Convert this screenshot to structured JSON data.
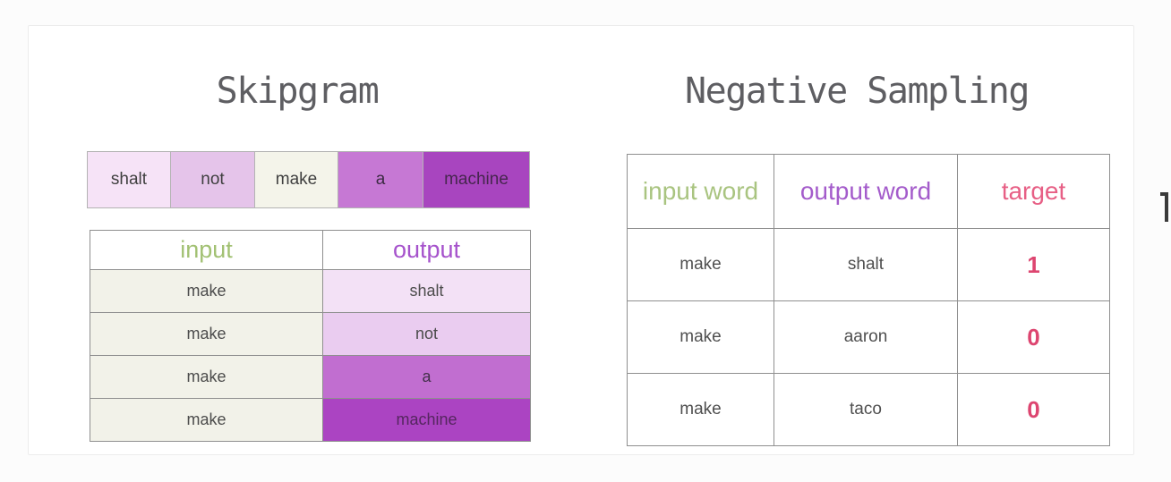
{
  "page": {
    "background": "#fcfcfc"
  },
  "card": {
    "background": "#ffffff"
  },
  "skipgram": {
    "title": "Skipgram",
    "strip": {
      "cells": [
        {
          "word": "shalt",
          "bg": "#f6e3f7",
          "fg": "#3f3f3f"
        },
        {
          "word": "not",
          "bg": "#e5c4ea",
          "fg": "#3f3f3f"
        },
        {
          "word": "make",
          "bg": "#f4f4ea",
          "fg": "#3f3f3f"
        },
        {
          "word": "a",
          "bg": "#c678d4",
          "fg": "#3b2a42"
        },
        {
          "word": "machine",
          "bg": "#a845bf",
          "fg": "#46264e"
        }
      ]
    },
    "table": {
      "headers": [
        {
          "label": "input",
          "color": "#a2c173"
        },
        {
          "label": "output",
          "color": "#a653cc"
        }
      ],
      "input_cell_bg": "#f2f2e9",
      "rows": [
        {
          "input": "make",
          "output": "shalt",
          "output_bg": "#f3e1f6",
          "output_fg": "#4c4c4c"
        },
        {
          "input": "make",
          "output": "not",
          "output_bg": "#eaccf0",
          "output_fg": "#4c4c4c"
        },
        {
          "input": "make",
          "output": "a",
          "output_bg": "#c16ed0",
          "output_fg": "#42304a"
        },
        {
          "input": "make",
          "output": "machine",
          "output_bg": "#ab44c2",
          "output_fg": "#55265f"
        }
      ]
    }
  },
  "negative_sampling": {
    "title": "Negative Sampling",
    "table": {
      "headers": [
        {
          "label": "input word",
          "color": "#a9c480"
        },
        {
          "label": "output word",
          "color": "#a45ccb"
        },
        {
          "label": "target",
          "color": "#e75f85"
        }
      ],
      "cell_text_color": "#4f4f4f",
      "target_value_color": "#dd4570",
      "rows": [
        {
          "input": "make",
          "output": "shalt",
          "target": "1"
        },
        {
          "input": "make",
          "output": "aaron",
          "target": "0"
        },
        {
          "input": "make",
          "output": "taco",
          "target": "0"
        }
      ]
    }
  }
}
